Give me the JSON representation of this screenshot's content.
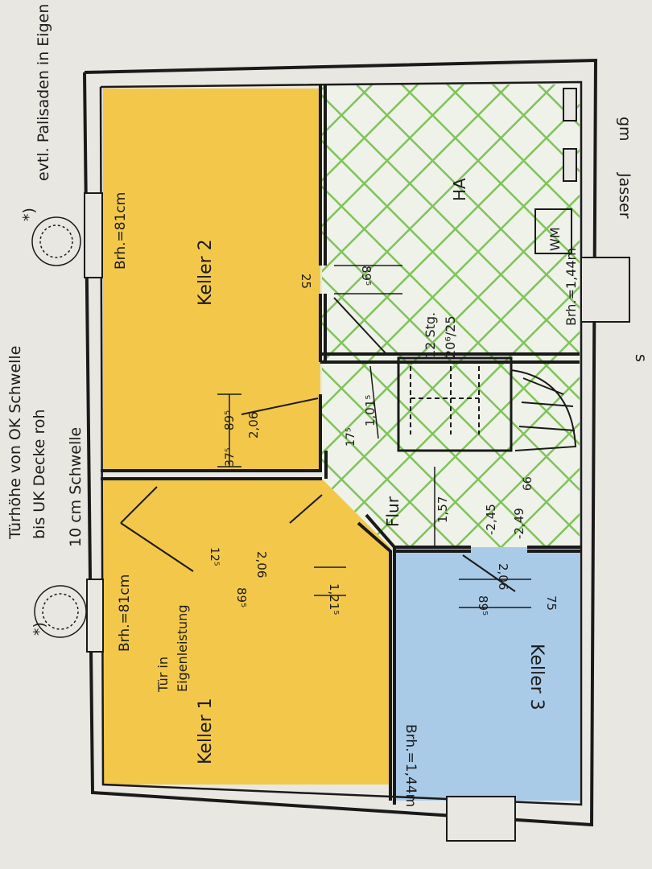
{
  "margin_notes": {
    "door_height_line1": "Türhöhe von OK Schwelle",
    "door_height_line2": "bis UK Decke roh",
    "sill_note": "10 cm Schwelle",
    "palisade_mark": "*)",
    "palisade_note": "evtl. Palisaden in Eigen",
    "edge_text_1": "gm",
    "edge_text_2": "Jasser",
    "edge_text_3": "s"
  },
  "rooms": {
    "keller1": {
      "name": "Keller 1",
      "door_note_1": "Tür in",
      "door_note_2": "Eigenleistung",
      "window": "Brh.=81cm"
    },
    "keller2": {
      "name": "Keller 2",
      "window": "Brh.=81cm"
    },
    "keller3": {
      "name": "Keller 3",
      "window": "Brh.=1,44m"
    },
    "ha": {
      "name": "HA",
      "window": "Brh.=1,44m",
      "appliance": "WM"
    },
    "flur": {
      "name": "Flur"
    }
  },
  "stairs": {
    "steps": "12 Stg.",
    "rise_run": "20⁶/25"
  },
  "dimensions": {
    "k2_door_width": "89⁵",
    "k2_door_height": "2,06",
    "k2_door_offset": "37⁵",
    "wall_k2": "25",
    "ha_door_width": "89⁵",
    "k1_door_width": "89⁵",
    "k1_door_height": "2,06",
    "k1_door_offset": "12⁵",
    "flur_wall": "1,21⁵",
    "flur_width": "1,57",
    "stair_offset": "17⁵",
    "stair_width": "1,01⁵",
    "k3_door_width": "89⁵",
    "k3_door_height": "2,06",
    "k3_wall": "75",
    "level_a": "-2,45",
    "level_b": "-2,49",
    "level_c": "66"
  },
  "colors": {
    "yellow_fill": "#f3c84a",
    "blue_fill": "#a9cbe8",
    "green_hatch": "#7fc35a",
    "wall": "#1a1a1a",
    "paper": "#e9e7e2"
  }
}
